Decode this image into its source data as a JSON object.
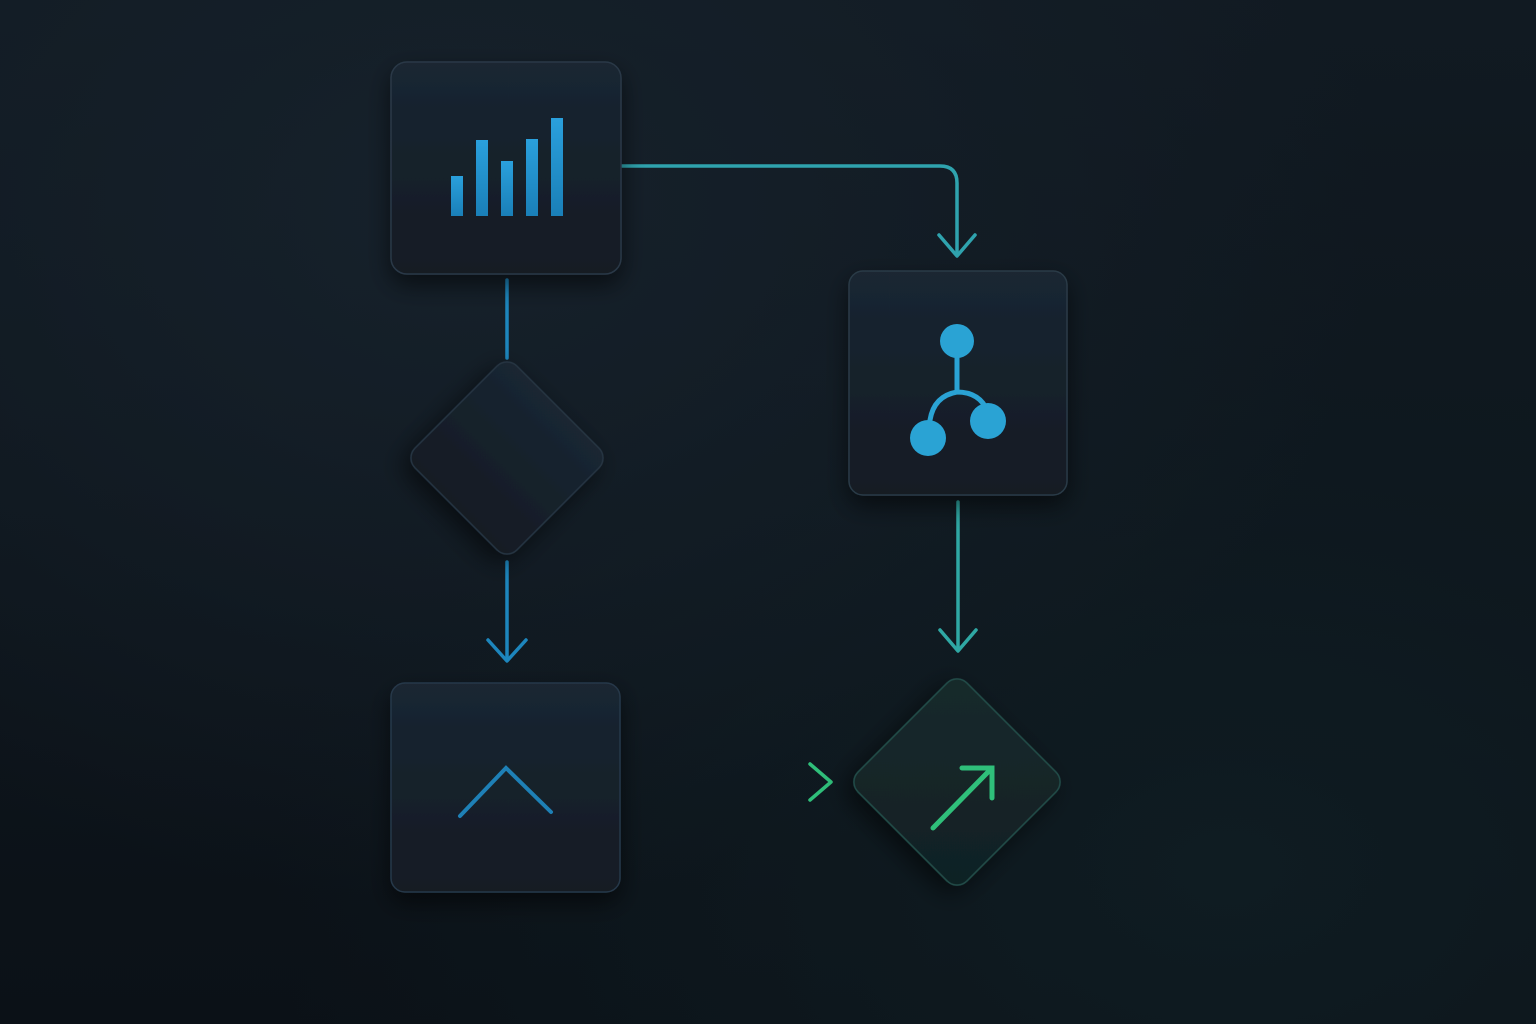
{
  "diagram": {
    "nodes": [
      {
        "id": "bar-chart-node",
        "shape": "rounded-square",
        "icon": "bar-chart-icon"
      },
      {
        "id": "decision-node",
        "shape": "diamond",
        "icon": ""
      },
      {
        "id": "chevron-up-node",
        "shape": "rounded-square",
        "icon": "chevron-up-icon"
      },
      {
        "id": "network-node",
        "shape": "rounded-square",
        "icon": "network-branch-icon"
      },
      {
        "id": "trend-node",
        "shape": "diamond",
        "icon": "arrow-up-right-icon"
      }
    ],
    "edges": [
      {
        "from": "bar-chart-node",
        "to": "network-node"
      },
      {
        "from": "bar-chart-node",
        "to": "decision-node"
      },
      {
        "from": "decision-node",
        "to": "chevron-up-node"
      },
      {
        "from": "network-node",
        "to": "trend-node"
      },
      {
        "from": "chevron-up-node",
        "to": "trend-node"
      }
    ]
  },
  "colors": {
    "background": "#0d141b",
    "node_fill": "#15202b",
    "node_border": "#2a3a47",
    "blue_accent": "#1f8fcc",
    "cyan_accent": "#2fa6b6",
    "teal_accent": "#2fb48c",
    "green_accent": "#2fbf7a"
  }
}
